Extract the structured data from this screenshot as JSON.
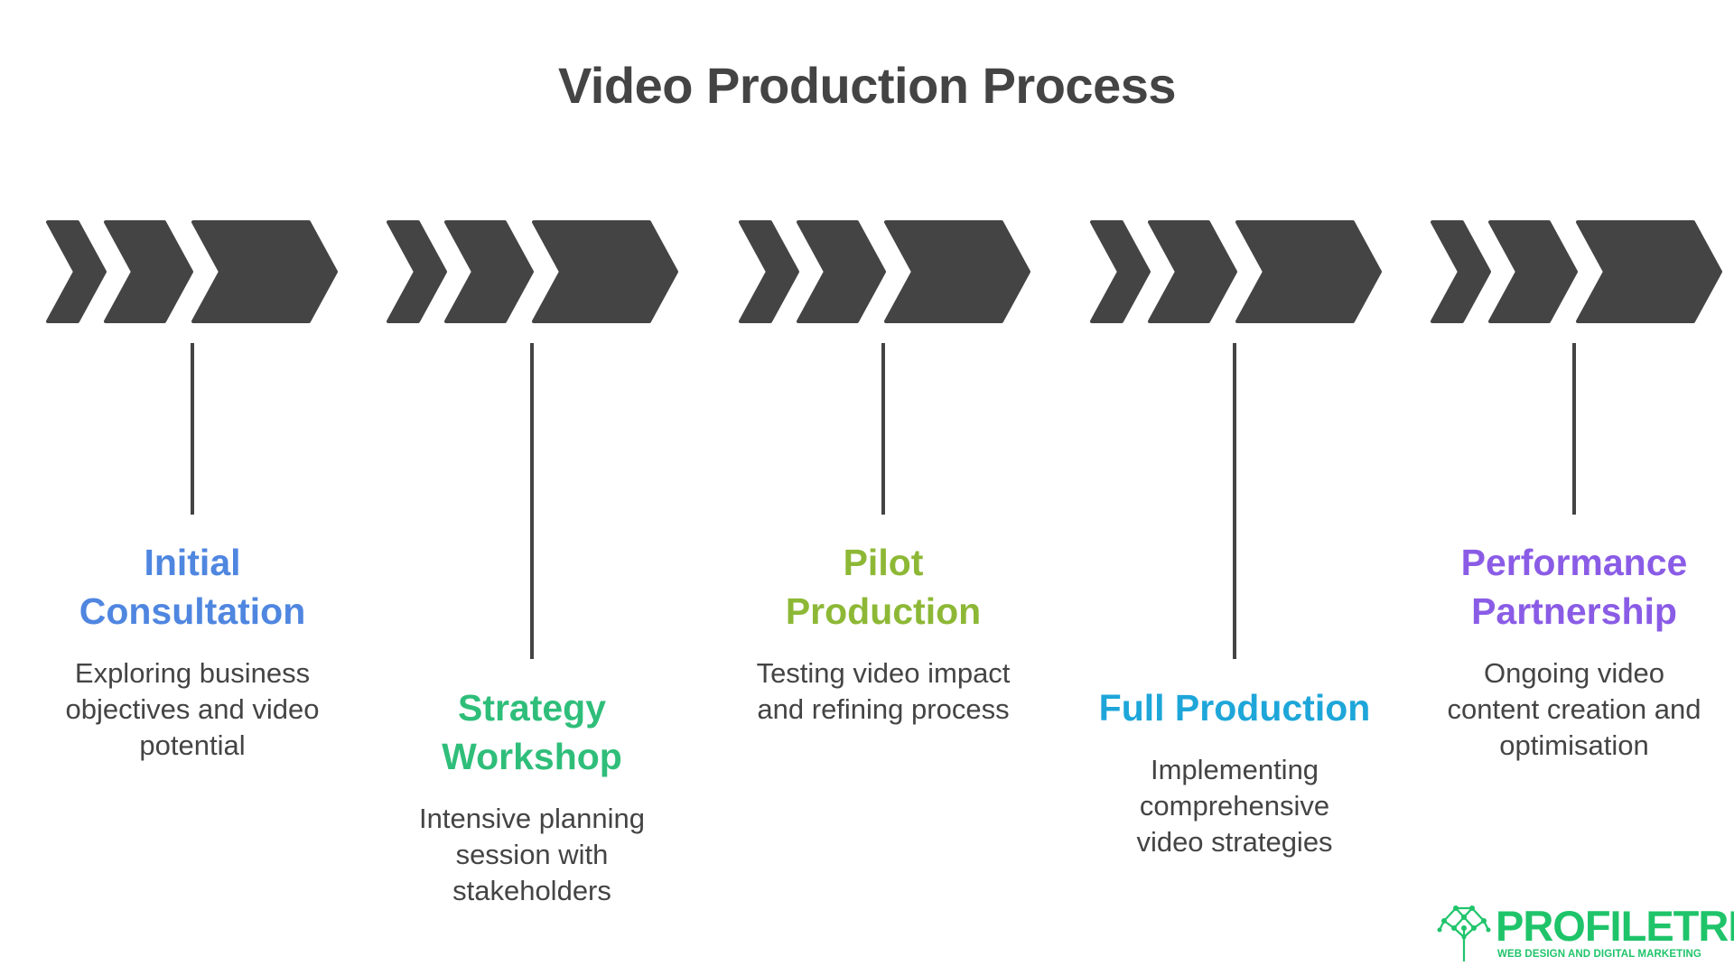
{
  "title": "Video Production Process",
  "colors": {
    "chevron": "#444444",
    "connector": "#444444",
    "text": "#444444",
    "logo": "#1fc46a"
  },
  "stages": [
    {
      "name_lines": [
        "Initial",
        "Consultation"
      ],
      "description_lines": [
        "Exploring business",
        "objectives and video",
        "potential"
      ],
      "color": "#4f86e0"
    },
    {
      "name_lines": [
        "Strategy",
        "Workshop"
      ],
      "description_lines": [
        "Intensive planning",
        "session with",
        "stakeholders"
      ],
      "color": "#2fbe7a"
    },
    {
      "name_lines": [
        "Pilot",
        "Production"
      ],
      "description_lines": [
        "Testing video impact",
        "and refining process"
      ],
      "color": "#8db836"
    },
    {
      "name_lines": [
        "Full Production"
      ],
      "description_lines": [
        "Implementing",
        "comprehensive",
        "video strategies"
      ],
      "color": "#1ea6d9"
    },
    {
      "name_lines": [
        "Performance",
        "Partnership"
      ],
      "description_lines": [
        "Ongoing video",
        "content creation and",
        "optimisation"
      ],
      "color": "#8a5ce6"
    }
  ],
  "logo": {
    "icon": "tree-network-icon",
    "wordmark": "PROFILETREE",
    "tagline": "WEB DESIGN AND DIGITAL MARKETING"
  }
}
